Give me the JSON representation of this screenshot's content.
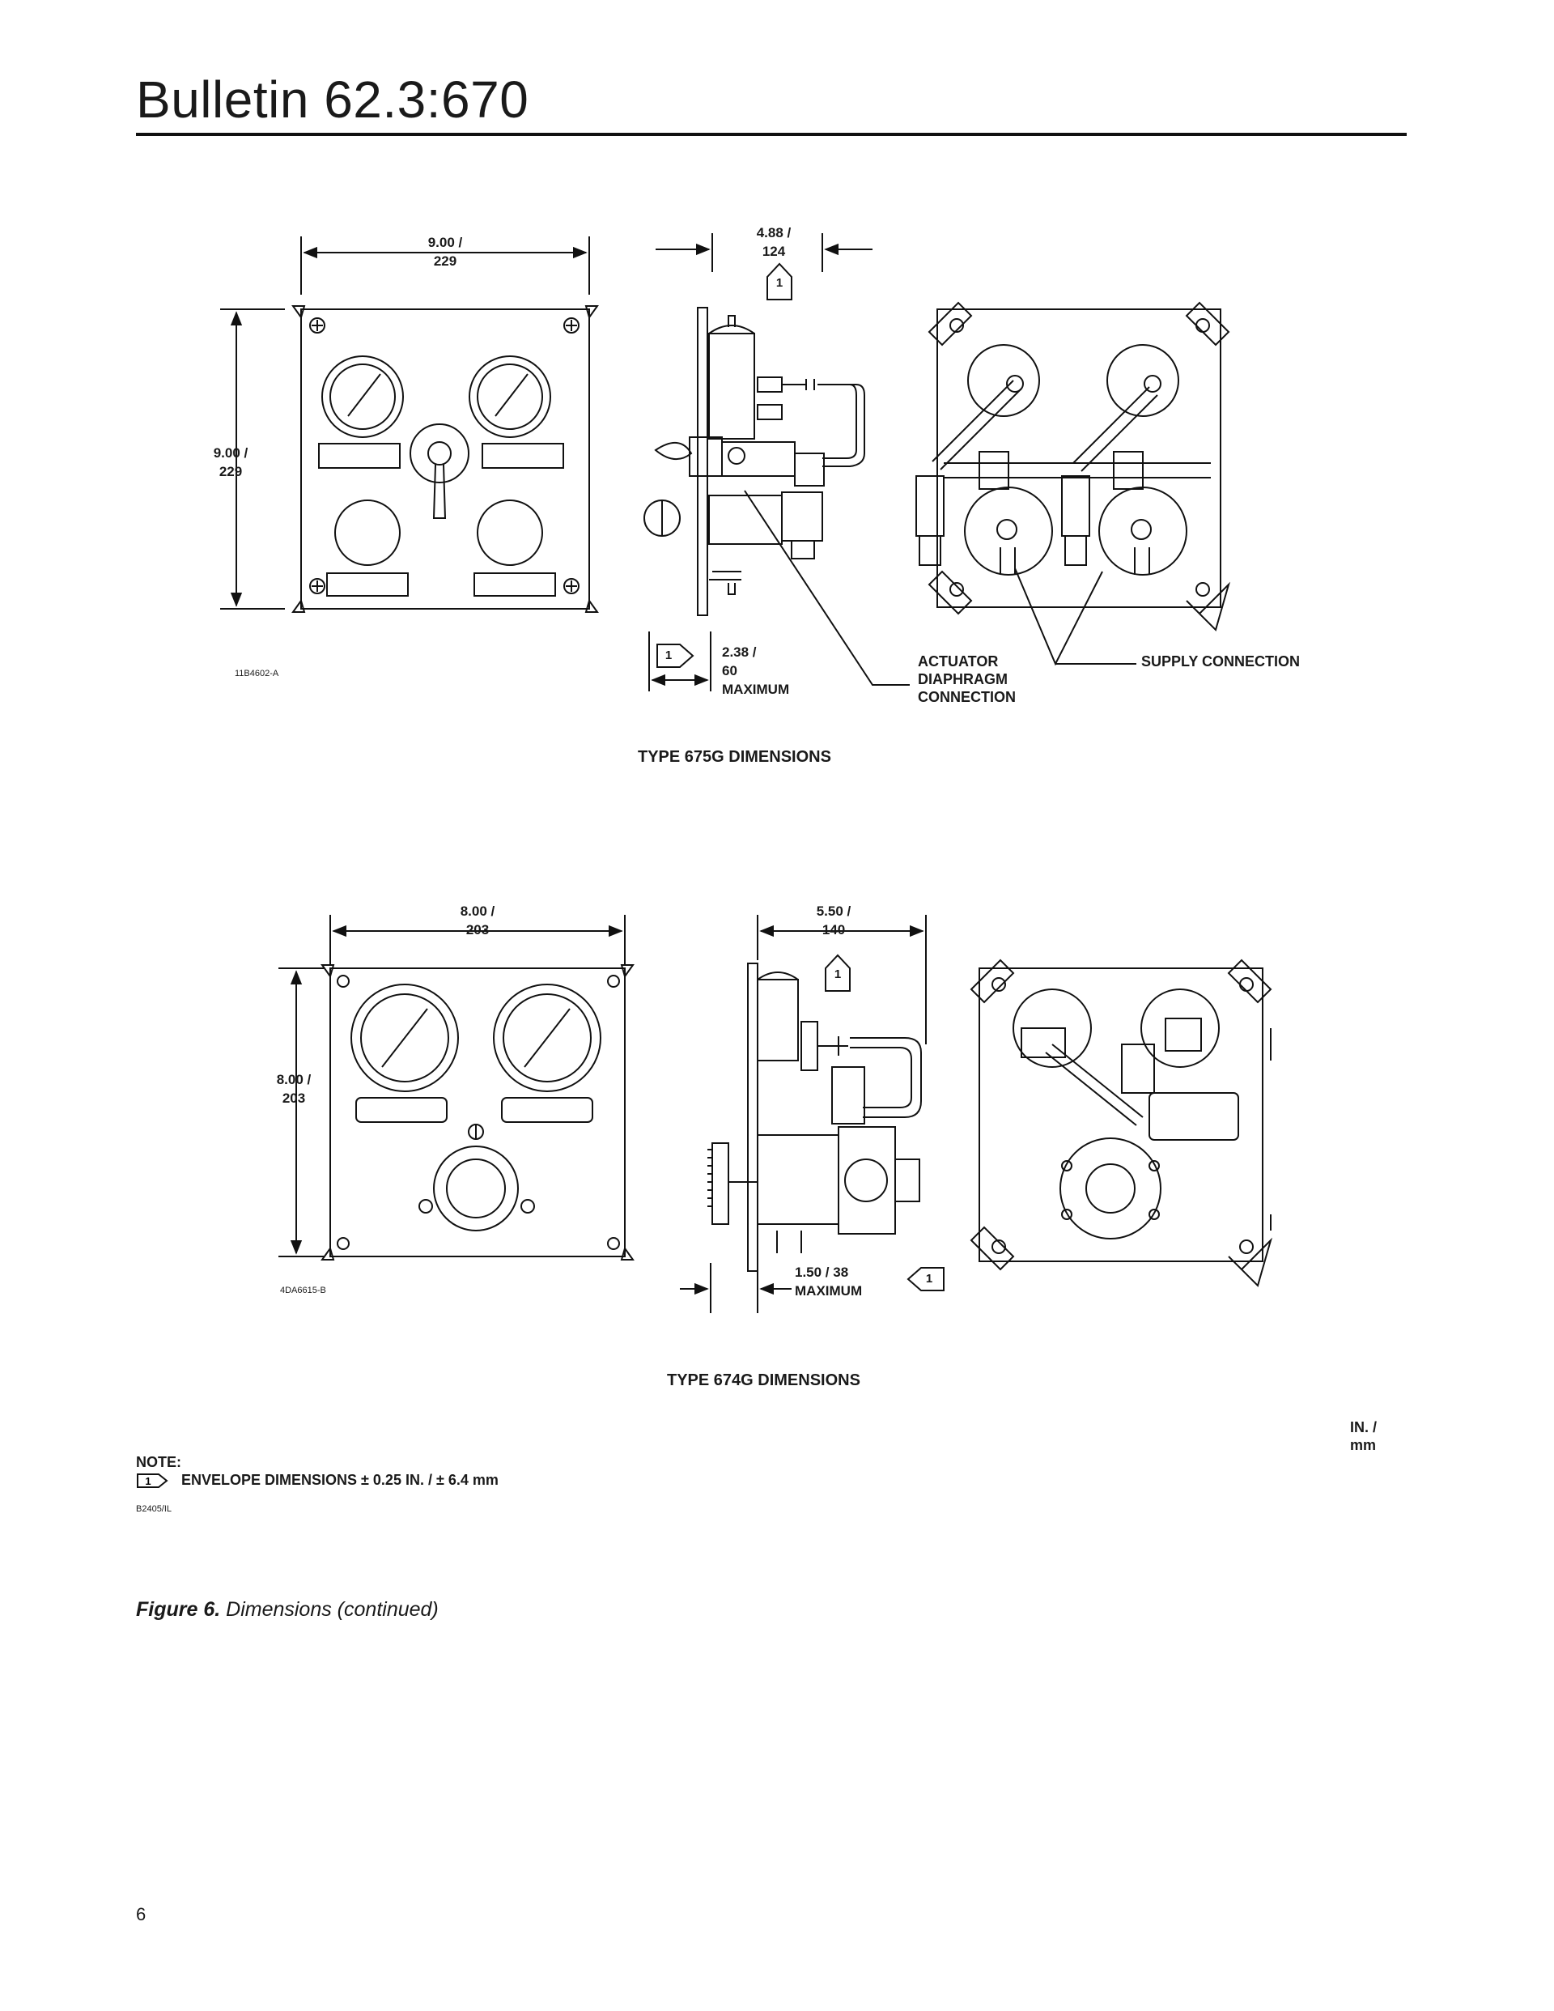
{
  "header": {
    "title": "Bulletin 62.3:670"
  },
  "type675": {
    "front_width": "9.00 /\n229",
    "front_height": "9.00 /\n229",
    "side_depth": "4.88 /\n124",
    "side_max": "2.38 /\n60\nMAXIMUM",
    "tag_number": "1",
    "drawing_code": "11B4602-A",
    "callout_actuator": "ACTUATOR\nDIAPHRAGM\nCONNECTION",
    "callout_supply": "SUPPLY CONNECTION",
    "caption": "TYPE 675G DIMENSIONS"
  },
  "type674": {
    "front_width": "8.00 /\n203",
    "front_height": "8.00 /\n203",
    "side_depth": "5.50 /\n140",
    "side_max": "1.50 / 38\nMAXIMUM",
    "tag_number": "1",
    "drawing_code": "4DA6615-B",
    "caption": "TYPE 674G DIMENSIONS"
  },
  "units": "IN. /\nmm",
  "note": {
    "title": "NOTE:",
    "tag_number": "1",
    "text": "ENVELOPE DIMENSIONS ± 0.25 IN. / ± 6.4 mm",
    "code": "B2405/IL"
  },
  "figure": {
    "label": "Figure 6.",
    "title": " Dimensions (continued)"
  },
  "page_number": "6"
}
